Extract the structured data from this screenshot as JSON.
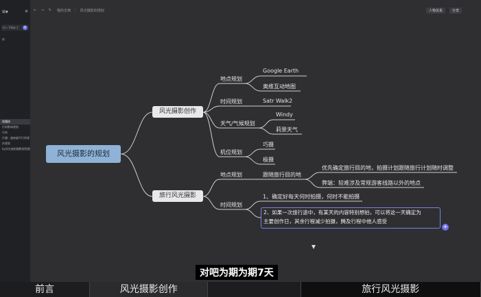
{
  "sidebar": {
    "header": "辑▼",
    "input_text": "行一下Bot 1",
    "rows": [
      "",
      "的",
      "",
      "",
      "",
      "",
      "",
      "",
      "",
      "",
      "",
      "",
      "",
      "",
      "",
      "",
      "",
      "",
      "实践技",
      "行的影响规划",
      "行的",
      "片摄：越来越不行的规",
      "作规划",
      "by风光旅拍摄影规划图"
    ]
  },
  "toolbar": {
    "crumb1": "我的文档",
    "crumb2": "风光摄影的规划",
    "share_label": "人物关系",
    "upload_label": "分享"
  },
  "mindmap": {
    "root": "风光摄影的规划",
    "branch1": {
      "label": "风光摄影创作",
      "sub": [
        {
          "label": "地点规划",
          "leaves": [
            "Google Earth",
            "奥维互动地图"
          ]
        },
        {
          "label": "时间规划",
          "leaves": [
            "Satr Walk2"
          ]
        },
        {
          "label": "天气/气候规划",
          "leaves": [
            "Windy",
            "莉景天气"
          ]
        },
        {
          "label": "机位规划",
          "leaves": [
            "巧摄",
            "极摄"
          ]
        }
      ]
    },
    "branch2": {
      "label": "旅行风光摄影",
      "sub": [
        {
          "label": "地点规划",
          "mid": "跟随旅行目的地",
          "leaves": [
            "优先确定旅行目的地，拍摄计划跟随旅行计划随时调整",
            "弊端：较难涉及常规游客线路以外的地点"
          ]
        },
        {
          "label": "时间规划",
          "leaves": [
            "1、确定好每天何时拍摄，何时不能拍摄",
            "2、如果一次旅行途中，有某天的内容特别想拍，可以将这一天确定为",
            "主要创作日，其余行程减少拍摄，腾及行程中他人感受"
          ]
        }
      ]
    }
  },
  "subtitle": "对吧为期为期7天",
  "chapters": [
    "前言",
    "风光摄影创作",
    "",
    "旅行风光摄影"
  ],
  "colors": {
    "accent": "#6b6ee6",
    "root_fill": "#8fb2d6",
    "link": "#d0d0d0"
  }
}
